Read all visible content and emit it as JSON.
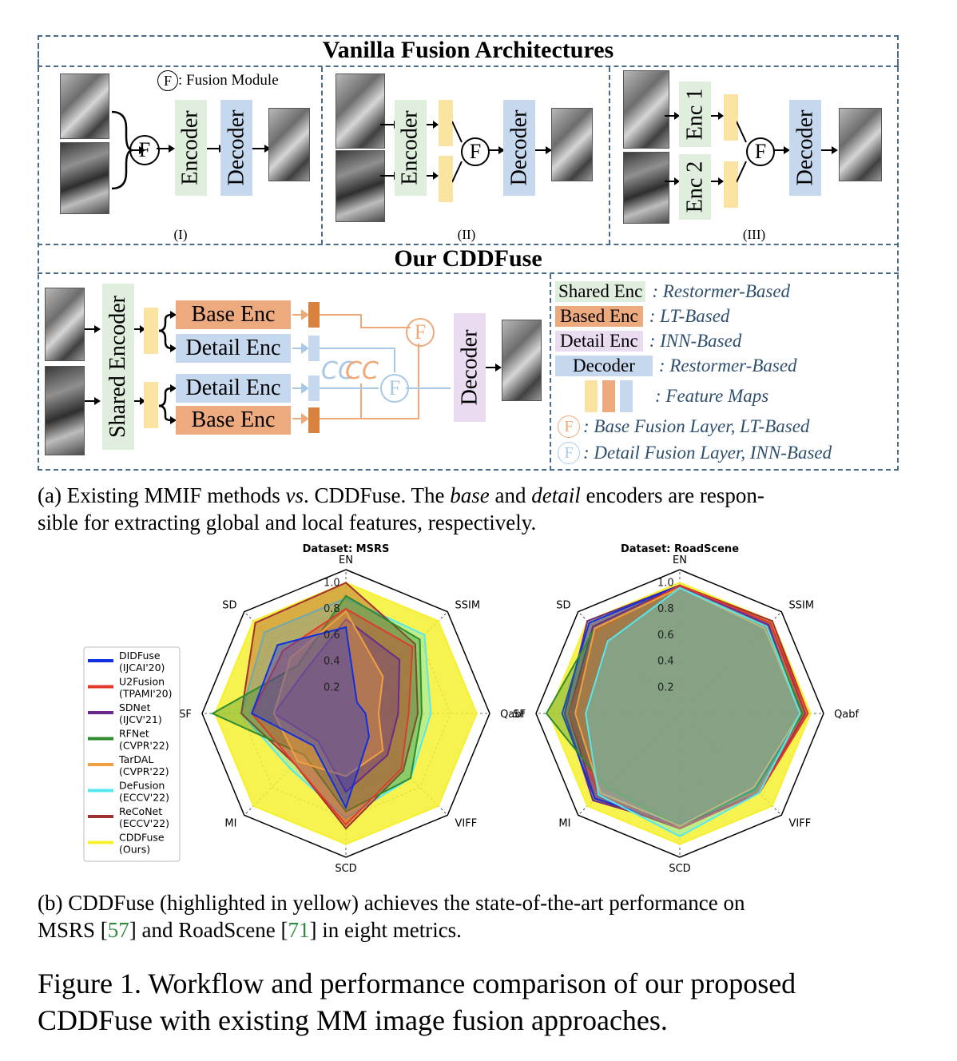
{
  "top_section_title": "Vanilla Fusion Architectures",
  "fusion_module_symbol": "F",
  "fusion_module_label": ": Fusion Module",
  "panels": {
    "i": {
      "encoder": "Encoder",
      "decoder": "Decoder",
      "tag": "(I)"
    },
    "ii": {
      "encoder": "Encoder",
      "decoder": "Decoder",
      "tag": "(II)"
    },
    "iii": {
      "enc1": "Enc 1",
      "enc2": "Enc 2",
      "decoder": "Decoder",
      "tag": "(III)"
    }
  },
  "bottom_section_title": "Our CDDFuse",
  "cddfuse": {
    "shared_encoder": "Shared Encoder",
    "base_enc": "Base Enc",
    "detail_enc": "Detail Enc",
    "decoder": "Decoder",
    "cc": "CC"
  },
  "legend": [
    {
      "name": "Shared Enc",
      "desc": ": Restormer-Based"
    },
    {
      "name": "Based Enc",
      "desc": ": LT-Based"
    },
    {
      "name": "Detail Enc",
      "desc": ": INN-Based"
    },
    {
      "name": "Decoder",
      "desc": ": Restormer-Based"
    },
    {
      "name": "",
      "desc": ": Feature Maps"
    },
    {
      "name": "F",
      "desc": ": Base Fusion Layer, LT-Based"
    },
    {
      "name": "F",
      "desc": ": Detail Fusion Layer, INN-Based"
    }
  ],
  "caption_a": {
    "line1_pre": "(a) Existing MMIF methods ",
    "line1_vs": "vs",
    "line1_mid": ". CDDFuse. The ",
    "line1_base": "base",
    "line1_and": " and ",
    "line1_detail": "detail",
    "line1_post": " encoders are respon-",
    "line2": "sible for extracting global and local features, respectively."
  },
  "caption_b": {
    "line1": "(b) CDDFuse (highlighted in yellow) achieves the state-of-the-art performance on",
    "line2_a": "MSRS [",
    "ref1": "57",
    "line2_b": "] and RoadScene [",
    "ref2": "71",
    "line2_c": "] in eight metrics."
  },
  "figure_caption": {
    "line1": "Figure 1. Workflow and performance comparison of our proposed",
    "line2": "CDDFuse with existing MM image fusion approaches."
  },
  "chart_data": [
    {
      "type": "radar",
      "title": "Dataset: MSRS",
      "axes": [
        "EN",
        "SSIM",
        "Qabf",
        "VIFF",
        "SCD",
        "MI",
        "SF",
        "SD"
      ],
      "radial_ticks": [
        "0.2",
        "0.4",
        "0.6",
        "0.8",
        "1.0"
      ],
      "rlim": [
        0,
        1.1
      ],
      "series": [
        {
          "name": "DIDFuse\n(IJCAI'20)",
          "color": "#1030e0",
          "values": [
            0.66,
            0.12,
            0.15,
            0.25,
            0.72,
            0.35,
            0.72,
            0.74
          ]
        },
        {
          "name": "U2Fusion\n(TPAMI'20)",
          "color": "#e03a2a",
          "values": [
            0.8,
            0.72,
            0.48,
            0.6,
            0.85,
            0.55,
            0.72,
            0.68
          ]
        },
        {
          "name": "SDNet\n(IJCV'21)",
          "color": "#6a2a8a",
          "values": [
            0.72,
            0.58,
            0.4,
            0.45,
            0.6,
            0.3,
            0.55,
            0.45
          ]
        },
        {
          "name": "RFNet\n(CVPR'22)",
          "color": "#2e8b2e",
          "values": [
            0.9,
            0.8,
            0.58,
            0.7,
            0.75,
            0.45,
            1.02,
            0.52
          ]
        },
        {
          "name": "TarDAL\n(CVPR'22)",
          "color": "#f0a040",
          "values": [
            0.78,
            0.4,
            0.25,
            0.4,
            0.48,
            0.52,
            0.55,
            0.6
          ]
        },
        {
          "name": "DeFusion\n(ECCV'22)",
          "color": "#55e8f0",
          "values": [
            0.88,
            0.85,
            0.65,
            0.7,
            0.8,
            0.6,
            0.8,
            0.88
          ]
        },
        {
          "name": "ReCoNet\n(ECCV'22)",
          "color": "#a03030",
          "values": [
            1.0,
            0.75,
            0.55,
            0.62,
            0.88,
            0.55,
            0.8,
            0.98
          ]
        },
        {
          "name": "CDDFuse\n(Ours)",
          "color": "#f5f030",
          "values": [
            1.0,
            1.0,
            1.0,
            1.0,
            1.0,
            1.0,
            1.0,
            1.0
          ]
        }
      ],
      "legend_placement": "left"
    },
    {
      "type": "radar",
      "title": "Dataset: RoadScene",
      "axes": [
        "EN",
        "SSIM",
        "Qabf",
        "VIFF",
        "SCD",
        "MI",
        "SF",
        "SD"
      ],
      "radial_ticks": [
        "0.2",
        "0.4",
        "0.6",
        "0.8",
        "1.0"
      ],
      "rlim": [
        0,
        1.1
      ],
      "series": [
        {
          "name": "DIDFuse",
          "color": "#1030e0",
          "values": [
            0.98,
            0.96,
            0.92,
            0.82,
            0.85,
            0.92,
            0.9,
            0.98
          ]
        },
        {
          "name": "U2Fusion",
          "color": "#e03a2a",
          "values": [
            0.98,
            0.98,
            0.98,
            0.86,
            0.88,
            0.88,
            0.85,
            0.9
          ]
        },
        {
          "name": "SDNet",
          "color": "#6a2a8a",
          "values": [
            0.98,
            0.98,
            0.96,
            0.86,
            0.86,
            0.94,
            0.88,
            1.0
          ]
        },
        {
          "name": "RFNet",
          "color": "#2e8b2e",
          "values": [
            0.96,
            0.94,
            0.94,
            0.82,
            0.86,
            0.8,
            1.02,
            0.92
          ]
        },
        {
          "name": "TarDAL",
          "color": "#f0a040",
          "values": [
            0.96,
            0.92,
            0.92,
            0.8,
            0.86,
            0.86,
            0.8,
            0.92
          ]
        },
        {
          "name": "DeFusion",
          "color": "#55e8f0",
          "values": [
            0.96,
            0.94,
            0.92,
            0.86,
            0.94,
            0.88,
            0.72,
            0.78
          ]
        },
        {
          "name": "ReCoNet",
          "color": "#a03030",
          "values": [
            0.98,
            1.0,
            0.98,
            0.86,
            0.88,
            0.92,
            0.85,
            0.94
          ]
        },
        {
          "name": "CDDFuse",
          "color": "#f5f030",
          "values": [
            1.0,
            1.0,
            1.0,
            1.0,
            1.0,
            1.0,
            1.0,
            1.0
          ]
        }
      ]
    }
  ]
}
